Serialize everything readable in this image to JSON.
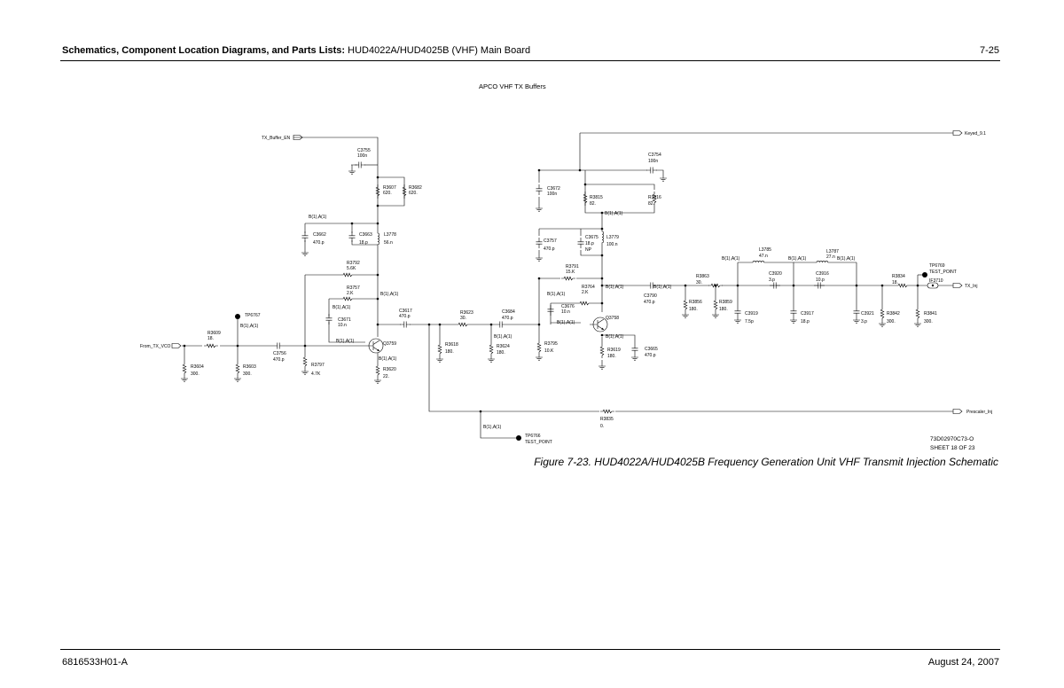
{
  "header": {
    "title_bold": "Schematics, Component Location Diagrams, and Parts Lists:",
    "title_rest": " HUD4022A/HUD4025B (VHF) Main Board",
    "page_number": "7-25"
  },
  "footer": {
    "part_number": "6816533H01-A",
    "date": "August 24, 2007"
  },
  "schematic": {
    "title": "APCO VHF TX Buffers",
    "caption": "Figure 7-23. HUD4022A/HUD4025B Frequency Generation Unit VHF Transmit Injection Schematic",
    "doc_number": "73D02970C73-O",
    "sheet": "SHEET 18 OF 23",
    "ports": {
      "tx_buffer_en": "TX_Buffer_EN",
      "keyed": "Keyed_9.1",
      "from_tx_vco": "From_TX_VCO",
      "tx_inj": "TX_Inj",
      "prescaler_inj": "Prescaler_Inj"
    },
    "net_label": "B(1),A(1)",
    "components": {
      "c3755": {
        "ref": "C3755",
        "val": "100n"
      },
      "r3607": {
        "ref": "R3607",
        "val": "620."
      },
      "r3682": {
        "ref": "R3682",
        "val": "620."
      },
      "c3662": {
        "ref": "C3662",
        "val": "470.p"
      },
      "c3663": {
        "ref": "C3663",
        "val": "18.p"
      },
      "l3778": {
        "ref": "L3778",
        "val": "56.n"
      },
      "r3792": {
        "ref": "R3792",
        "val": "5.6K"
      },
      "r3757": {
        "ref": "R3757",
        "val": "2.K"
      },
      "c3671": {
        "ref": "C3671",
        "val": "10.n"
      },
      "c3617": {
        "ref": "C3617",
        "val": "470.p"
      },
      "q3759": {
        "ref": "Q3759",
        "val": ""
      },
      "r3620": {
        "ref": "R3620",
        "val": "22."
      },
      "r3797": {
        "ref": "R3797",
        "val": "4.7K"
      },
      "c3756": {
        "ref": "C3756",
        "val": "470.p"
      },
      "r3609": {
        "ref": "R3609",
        "val": "18."
      },
      "r3604": {
        "ref": "R3604",
        "val": "300."
      },
      "r3603": {
        "ref": "R3603",
        "val": "300."
      },
      "tp6767": {
        "ref": "TP6767",
        "val": ""
      },
      "r3623": {
        "ref": "R3623",
        "val": "30."
      },
      "r3618": {
        "ref": "R3618",
        "val": "180."
      },
      "c3684": {
        "ref": "C3684",
        "val": "470.p"
      },
      "r3624": {
        "ref": "R3624",
        "val": "180."
      },
      "r3795": {
        "ref": "R3795",
        "val": "10.K"
      },
      "c3672": {
        "ref": "C3672",
        "val": "100n"
      },
      "c3754": {
        "ref": "C3754",
        "val": "100n"
      },
      "r3815": {
        "ref": "R3815",
        "val": "82."
      },
      "r3816": {
        "ref": "R3816",
        "val": "82."
      },
      "c3757": {
        "ref": "C3757",
        "val": "470.p"
      },
      "c3675": {
        "ref": "C3675",
        "val": "18.p"
      },
      "c3675_np": "NP",
      "l3779": {
        "ref": "L3779",
        "val": "100.n"
      },
      "r3791": {
        "ref": "R3791",
        "val": "15.K"
      },
      "r3764": {
        "ref": "R3764",
        "val": "2.K"
      },
      "c3676": {
        "ref": "C3676",
        "val": "10.n"
      },
      "q3758": {
        "ref": "Q3758",
        "val": ""
      },
      "r3619": {
        "ref": "R3619",
        "val": "180."
      },
      "c3665": {
        "ref": "C3665",
        "val": "470.p"
      },
      "c3790": {
        "ref": "C3790",
        "val": "470.p"
      },
      "r3863": {
        "ref": "R3863",
        "val": "30."
      },
      "r3856": {
        "ref": "R3856",
        "val": "180."
      },
      "r3859": {
        "ref": "R3859",
        "val": "180."
      },
      "l3785": {
        "ref": "L3785",
        "val": "47.n"
      },
      "l3787": {
        "ref": "L3787",
        "val": "27.n"
      },
      "c3920": {
        "ref": "C3920",
        "val": "3.p"
      },
      "c3916": {
        "ref": "C3916",
        "val": "10.p"
      },
      "c3919": {
        "ref": "C3919",
        "val": "7.5p"
      },
      "c3917": {
        "ref": "C3917",
        "val": "18.p"
      },
      "c3921": {
        "ref": "C3921",
        "val": "3.p"
      },
      "r3834": {
        "ref": "R3834",
        "val": "18."
      },
      "r3842": {
        "ref": "R3842",
        "val": "300."
      },
      "r3841": {
        "ref": "R3841",
        "val": "300."
      },
      "tp6769": {
        "ref": "TP6769",
        "val": "TEST_POINT"
      },
      "if3710": {
        "ref": "IF3710",
        "val": ""
      },
      "r3835": {
        "ref": "R3835",
        "val": "0."
      },
      "tp6766": {
        "ref": "TP6766",
        "val": "TEST_POINT"
      }
    }
  }
}
